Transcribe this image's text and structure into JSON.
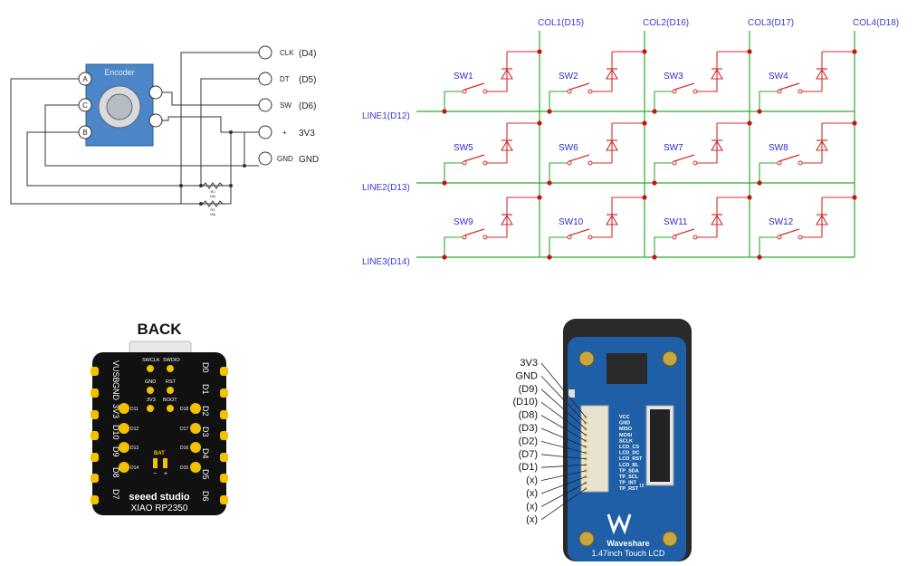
{
  "encoder": {
    "title": "Encoder",
    "pin_a": "A",
    "pin_c": "C",
    "pin_b": "B",
    "terminals": [
      {
        "name": "CLK",
        "note": "(D4)"
      },
      {
        "name": "DT",
        "note": "(D5)"
      },
      {
        "name": "SW",
        "note": "(D6)"
      },
      {
        "name": "+",
        "note": "3V3"
      },
      {
        "name": "GND",
        "note": "GND"
      }
    ],
    "resistors": [
      {
        "ref": "R2",
        "value": "10k"
      },
      {
        "ref": "R1",
        "value": "10k"
      }
    ]
  },
  "matrix": {
    "columns": [
      "COL1(D15)",
      "COL2(D16)",
      "COL3(D17)",
      "COL4(D18)"
    ],
    "rows": [
      "LINE1(D12)",
      "LINE2(D13)",
      "LINE3(D14)"
    ],
    "switches": [
      "SW1",
      "SW2",
      "SW3",
      "SW4",
      "SW5",
      "SW6",
      "SW7",
      "SW8",
      "SW9",
      "SW10",
      "SW11",
      "SW12"
    ],
    "colors": {
      "row_wire": "#2eaa2e",
      "component": "#d12b2b",
      "junction": "#cc1111",
      "label": "#3b3bd6"
    }
  },
  "xiao": {
    "heading": "BACK",
    "brand": "seeed studio",
    "model": "XIAO RP2350",
    "left_pins": [
      "VUSB",
      "GND",
      "3V3",
      "D10",
      "D9",
      "D8",
      "D7"
    ],
    "right_pins": [
      "D0",
      "D1",
      "D2",
      "D3",
      "D4",
      "D5",
      "D6"
    ],
    "top_labels": [
      "SWCLK",
      "SWDIO",
      "GND",
      "RST",
      "3V3",
      "BOOT"
    ],
    "inner_left": [
      "D11",
      "D12",
      "D13",
      "D14"
    ],
    "inner_right": [
      "D18",
      "D17",
      "D16",
      "D15"
    ],
    "bat": {
      "label": "BAT",
      "minus": "−",
      "plus": "+"
    },
    "colors": {
      "board": "#111111",
      "pad": "#f2c200"
    }
  },
  "lcd": {
    "wire_labels": [
      "3V3",
      "GND",
      "(D9)",
      "(D10)",
      "(D8)",
      "(D3)",
      "(D2)",
      "(D7)",
      "(D1)",
      "(x)",
      "(x)",
      "(x)",
      "(x)"
    ],
    "pin_labels": [
      "VCC",
      "GND",
      "MISO",
      "MOSI",
      "SCLK",
      "LCD_CS",
      "LCD_DC",
      "LCD_RST",
      "LCD_BL",
      "TP_SDA",
      "TP_SCL",
      "TP_INT",
      "TP_RST"
    ],
    "pin_number": "18",
    "brand": "Waveshare",
    "model": "1.47inch Touch LCD",
    "colors": {
      "board": "#1f5fa8"
    }
  }
}
